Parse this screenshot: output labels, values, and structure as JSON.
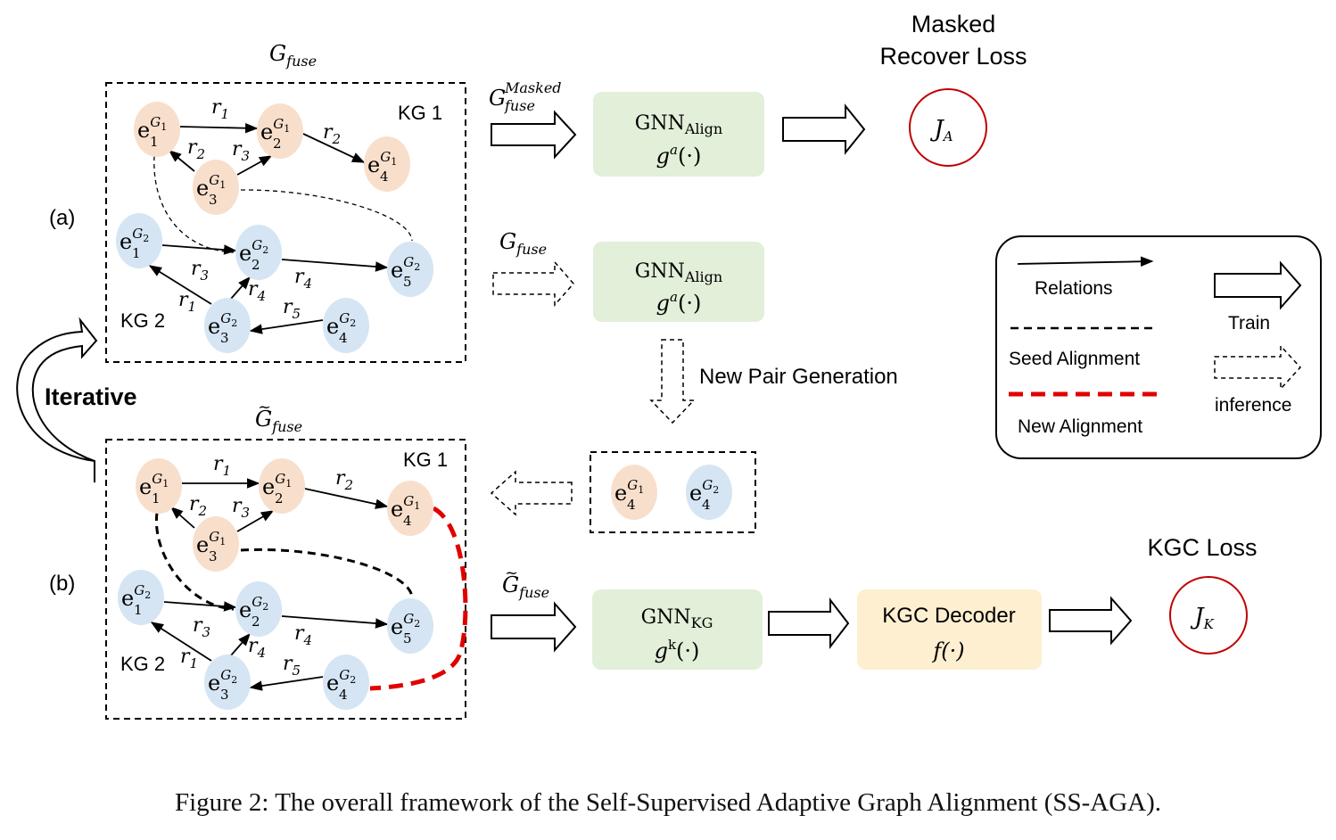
{
  "colors": {
    "kg1_node": "#f8dfcc",
    "kg2_node": "#d5e5f3",
    "gnn_box": "#e2efd9",
    "decoder_box": "#fdefd0",
    "loss_circle": "#c00000",
    "new_alignment": "#e00000"
  },
  "labels": {
    "g_fuse_base": "G",
    "fuse_sub": "fuse",
    "masked_sup": "Masked",
    "kg1": "KG 1",
    "kg2": "KG 2",
    "panel_a": "(a)",
    "panel_b": "(b)",
    "iterative": "Iterative",
    "masked_loss_line1": "Masked",
    "masked_loss_line2": "Recover Loss",
    "kgc_loss": "KGC Loss",
    "new_pair_generation": "New Pair Generation",
    "loss_a": "J",
    "loss_a_sub": "A",
    "loss_k": "J",
    "loss_k_sub": "K"
  },
  "gnn_boxes": {
    "align_title": "GNN",
    "align_sub": "Align",
    "align_func": "g",
    "align_func_sup": "a",
    "kg_title": "GNN",
    "kg_sub": "KG",
    "kg_func": "g",
    "kg_func_sup": "k",
    "func_args": "(·)",
    "decoder_title": "KGC Decoder",
    "decoder_func": "f(·)"
  },
  "nodes": {
    "base": "e",
    "graph1": "G",
    "graph1_sub": "1",
    "graph2": "G",
    "graph2_sub": "2"
  },
  "relations": [
    "r",
    "1",
    "2",
    "3",
    "4",
    "5"
  ],
  "legend": {
    "relations": "Relations",
    "seed_alignment": "Seed Alignment",
    "new_alignment": "New Alignment",
    "train": "Train",
    "inference": "inference"
  },
  "caption": "Figure 2: The overall framework of the Self-Supervised Adaptive Graph Alignment (SS-AGA)."
}
